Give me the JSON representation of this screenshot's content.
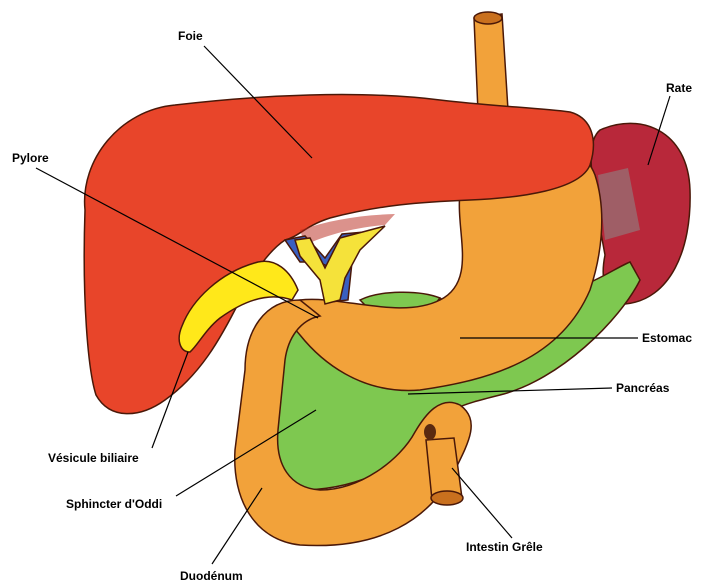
{
  "labels": {
    "foie": "Foie",
    "rate": "Rate",
    "pylore": "Pylore",
    "estomac": "Estomac",
    "pancreas": "Pancréas",
    "vesicule": "Vésicule biliaire",
    "sphincter": "Sphincter d'Oddi",
    "intestin": "Intestin Grêle",
    "duodenum": "Duodénum"
  },
  "colors": {
    "liver": "#e8452a",
    "liver_dark": "#b8261a",
    "stomach": "#f2a23a",
    "stomach_dark": "#c9701e",
    "spleen": "#b8283a",
    "pancreas": "#7ec850",
    "gallbladder": "#ffe81a",
    "bile_duct": "#f5e23a",
    "portal_vein": "#3a5fc0"
  }
}
